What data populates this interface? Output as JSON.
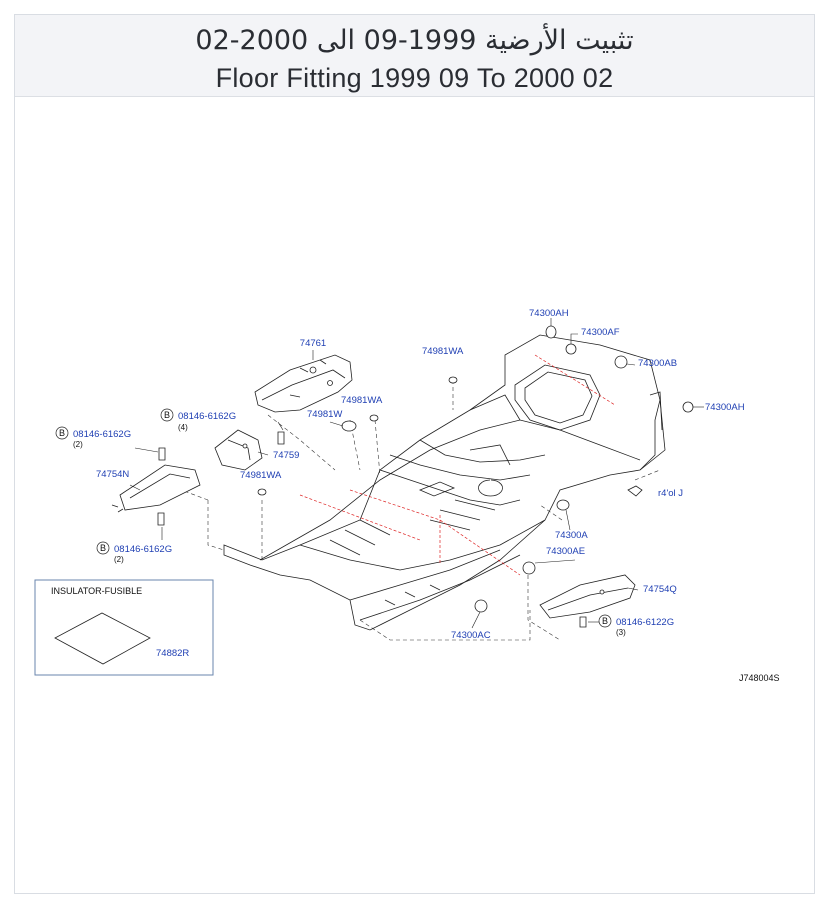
{
  "header": {
    "title_ar": "تثبيت الأرضية 1999-09 الى 2000-02",
    "title_en": "Floor Fitting 1999 09 To 2000 02"
  },
  "diagram": {
    "callouts": {
      "c74761": "74761",
      "c74981wa_top": "74981WA",
      "c74300ah_top": "74300AH",
      "c74300af": "74300AF",
      "c74300ab": "74300AB",
      "c74300ah_right": "74300AH",
      "c74981wa_mid": "74981WA",
      "c74981w": "74981W",
      "c08146_6162g_a": "08146-6162G",
      "c08146_6162g_a_qty": "(4)",
      "c08146_6162g_b": "08146-6162G",
      "c08146_6162g_b_qty": "(2)",
      "c74759": "74759",
      "c74754n": "74754N",
      "c74981wa_low": "74981WA",
      "c08146_6162g_c": "08146-6162G",
      "c08146_6162g_c_qty": "(2)",
      "c74300a": "74300A",
      "c74300ae": "74300AE",
      "c74754q": "74754Q",
      "c08146_6122g": "08146-6122G",
      "c08146_6122g_qty": "(3)",
      "c74300ac": "74300AC",
      "c_partial": "r4'ol J",
      "b_marker": "B"
    },
    "inset": {
      "title": "INSULATOR-FUSIBLE",
      "part": "74882R"
    },
    "figure_code": "J748004S"
  }
}
